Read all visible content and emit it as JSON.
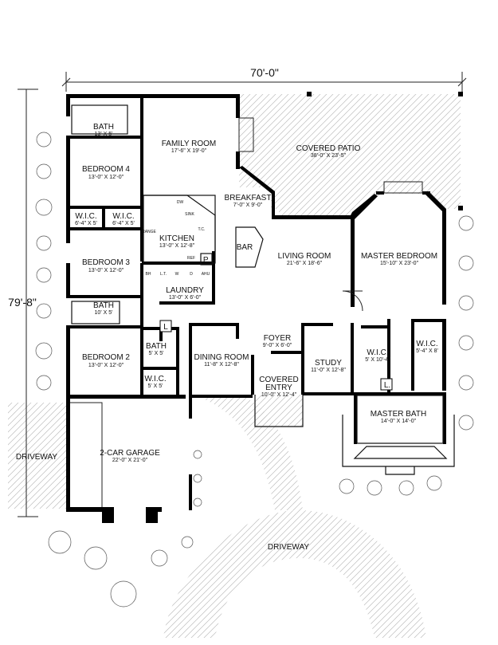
{
  "overall_width": "70'-0\"",
  "overall_depth": "79'-8\"",
  "rooms": {
    "bath_top": {
      "name": "BATH",
      "dim": "13' X 5'"
    },
    "bedroom4": {
      "name": "BEDROOM 4",
      "dim": "13'-0\" X 12'-0\""
    },
    "wic1": {
      "name": "W.I.C.",
      "dim": "6'-4\" X 5'"
    },
    "wic2": {
      "name": "W.I.C.",
      "dim": "6'-4\" X 5'"
    },
    "bedroom3": {
      "name": "BEDROOM 3",
      "dim": "13'-0\" X 12'-0\""
    },
    "bath_mid": {
      "name": "BATH",
      "dim": "10' X 5'"
    },
    "bedroom2": {
      "name": "BEDROOM 2",
      "dim": "13'-0\" X 12'-0\""
    },
    "bath_small": {
      "name": "BATH",
      "dim": "5' X 5'"
    },
    "wic3": {
      "name": "W.I.C.",
      "dim": "5' X 5'"
    },
    "family": {
      "name": "FAMILY ROOM",
      "dim": "17'-6\" X 19'-0\""
    },
    "kitchen": {
      "name": "KITCHEN",
      "dim": "13'-0\" X 12'-8\""
    },
    "laundry": {
      "name": "LAUNDRY",
      "dim": "13'-0\" X 6'-0\""
    },
    "breakfast": {
      "name": "BREAKFAST",
      "dim": "7'-0\" X 9'-0\""
    },
    "patio": {
      "name": "COVERED PATIO",
      "dim": "38'-0\" X 23'-5\""
    },
    "bar": {
      "name": "BAR"
    },
    "living": {
      "name": "LIVING ROOM",
      "dim": "21'-6\" X 18'-6\""
    },
    "master": {
      "name": "MASTER BEDROOM",
      "dim": "15'-10\" X 23'-0\""
    },
    "dining": {
      "name": "DINING ROOM",
      "dim": "11'-8\" X 12'-8\""
    },
    "foyer": {
      "name": "FOYER",
      "dim": "9'-0\" X 6'-0\""
    },
    "entry": {
      "name": "COVERED ENTRY",
      "name1": "COVERED",
      "name2": "ENTRY",
      "dim": "10'-0\" X 12'-4\""
    },
    "study": {
      "name": "STUDY",
      "dim": "11'-0\" X 12'-8\""
    },
    "wic_master1": {
      "name": "W.I.C.",
      "dim": "5' X 10'-4\""
    },
    "wic_master2": {
      "name": "W.I.C.",
      "dim": "5'-4\" X 8'"
    },
    "master_bath": {
      "name": "MASTER BATH",
      "dim": "14'-0\" X 14'-0\""
    },
    "garage": {
      "name": "2-CAR GARAGE",
      "dim": "22'-0\" X 21'-0\""
    },
    "driveway_left": {
      "name": "DRIVEWAY"
    },
    "driveway_bottom": {
      "name": "DRIVEWAY"
    }
  },
  "fixtures": {
    "pantry": "P.",
    "linen1": "L",
    "linen2": "L.",
    "ref": "REF",
    "range": "RANGE",
    "dw": "DW",
    "sink": "SINK",
    "tc": "T.C.",
    "bh": "BH",
    "lt": "L.T.",
    "w": "W",
    "d": "D",
    "ahu": "AHU"
  }
}
